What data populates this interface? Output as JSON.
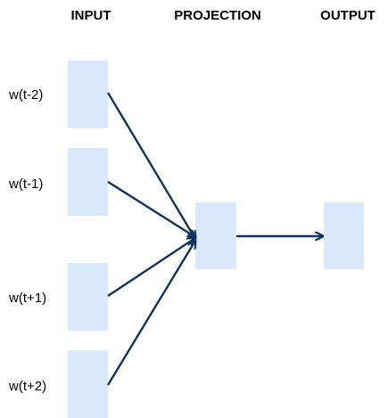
{
  "headers": {
    "input": "INPUT",
    "projection": "PROJECTION",
    "output": "OUTPUT"
  },
  "inputs": [
    {
      "label": "w(t-2)"
    },
    {
      "label": "w(t-1)"
    },
    {
      "label": "w(t+1)"
    },
    {
      "label": "w(t+2)"
    }
  ],
  "colors": {
    "box": "#d9e8fa",
    "arrow": "#13335a",
    "text": "#000000"
  }
}
